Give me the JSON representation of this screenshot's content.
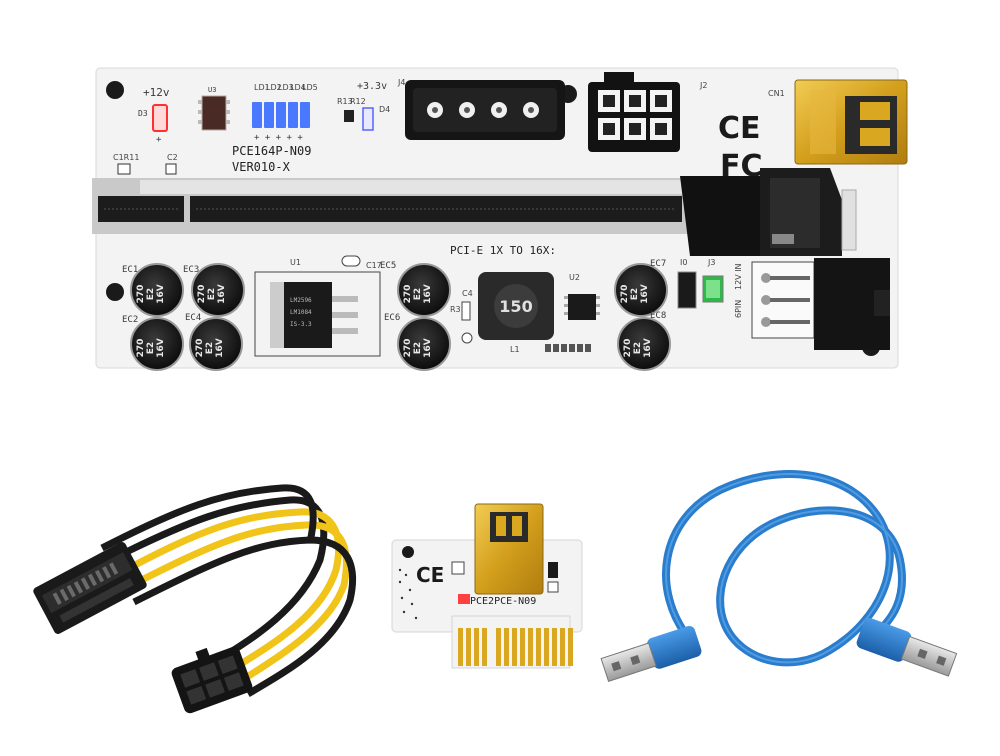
{
  "board": {
    "model": "PCE164P-N09",
    "version": "VER010-X",
    "slot_label": "PCI-E 1X TO 16X:",
    "v12": "+12v",
    "v33": "+3.3v",
    "labels": {
      "d3": "D3",
      "u3": "U3",
      "j4": "J4",
      "j2": "J2",
      "cn1": "CN1",
      "d4": "D4",
      "r12": "R12",
      "r13": "R13",
      "c1r11": "C1R11",
      "c2": "C2",
      "u1": "U1",
      "c17": "C17",
      "u2": "U2",
      "l1": "L1",
      "r3": "R3",
      "c4": "C4",
      "i0": "I0",
      "j3": "J3",
      "pin6": "6PIN",
      "v12in": "12V IN",
      "ec1": "EC1",
      "ec2": "EC2",
      "ec3": "EC3",
      "ec4": "EC4",
      "ec5": "EC5",
      "ec6": "EC6",
      "ec7": "EC7",
      "ec8": "EC8"
    },
    "leds": [
      "LD1",
      "LD2",
      "LD3",
      "LD4",
      "LD5"
    ],
    "inductor": "150",
    "cap_marking": {
      "value": "270",
      "series": "E2",
      "volt": "16V"
    },
    "regulator": {
      "line1": "LM2596",
      "line2": "LM1084",
      "line3": "IS-3.3"
    },
    "ce_mark": "CE",
    "fcc_mark": "FC"
  },
  "adapter": {
    "model": "PCE2PCE-N09",
    "ce_mark": "CE"
  },
  "colors": {
    "board": "#f3f3f3",
    "slot": "#1c1c1c",
    "gold": "#d9a820",
    "cable_blue": "#2a7ccc",
    "cable_yellow": "#f0c419",
    "led_blue": "#4a78ff",
    "led_red": "#ff3030"
  }
}
